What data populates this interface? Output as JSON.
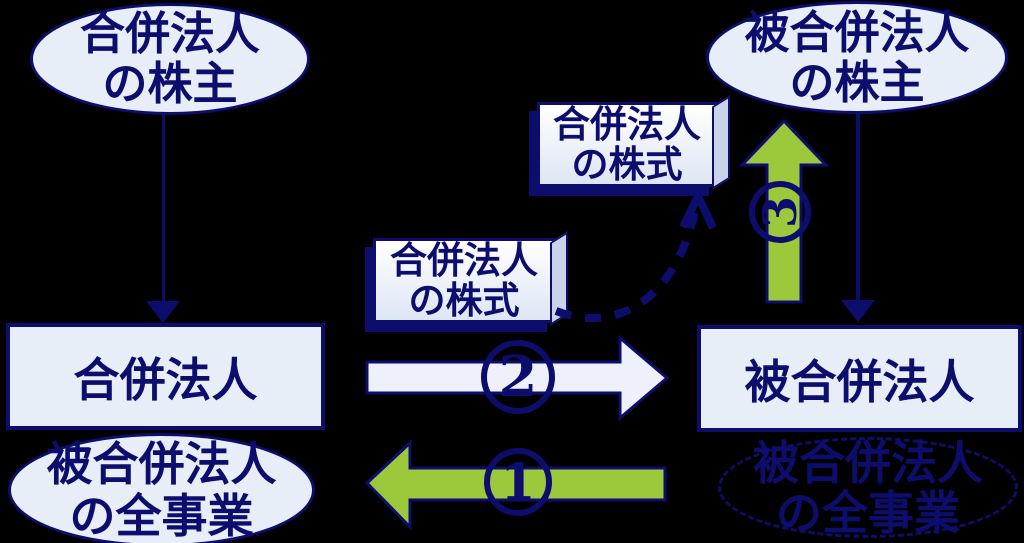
{
  "colors": {
    "background": "#000000",
    "navy": "#0d0d6e",
    "shape_fill": "#e8eef8",
    "green_arrow": "#9cc93c",
    "white_arrow": "#eef1f9",
    "box_side": "#c9d4ea"
  },
  "shapes": {
    "merging_shareholders": {
      "line1": "合併法人",
      "line2": "の株主"
    },
    "merged_shareholders": {
      "line1": "被合併法人",
      "line2": "の株主"
    },
    "merging_corp": {
      "label": "合併法人"
    },
    "merged_corp": {
      "label": "被合併法人"
    },
    "shares_box_upper": {
      "line1": "合併法人",
      "line2": "の株式"
    },
    "shares_box_lower": {
      "line1": "合併法人",
      "line2": "の株式"
    },
    "business_left": {
      "line1": "被合併法人",
      "line2": "の全事業"
    },
    "business_right": {
      "line1": "被合併法人",
      "line2": "の全事業"
    }
  },
  "steps": {
    "step1": "1",
    "step2": "2",
    "step3": "3"
  }
}
